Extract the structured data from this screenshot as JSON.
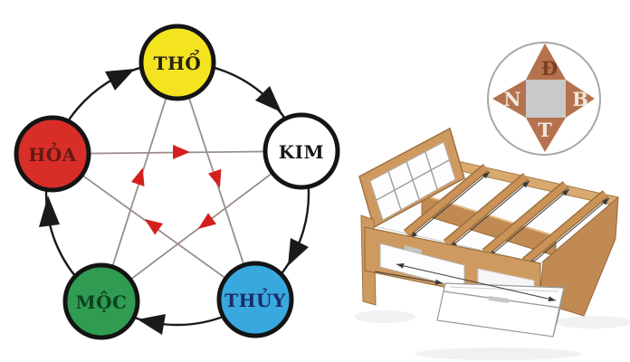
{
  "diagram": {
    "title_visible": false,
    "nodes": [
      {
        "id": "tho",
        "label": "THỔ",
        "fill": "#f3e41f",
        "text_color": "#262013"
      },
      {
        "id": "kim",
        "label": "KIM",
        "fill": "#ffffff",
        "text_color": "#171717"
      },
      {
        "id": "thuy",
        "label": "THỦY",
        "fill": "#38a9df",
        "text_color": "#1e2a66"
      },
      {
        "id": "moc",
        "label": "MỘC",
        "fill": "#2f9c51",
        "text_color": "#0b4120"
      },
      {
        "id": "hoa",
        "label": "HỎA",
        "fill": "#d92d28",
        "text_color": "#5f1b14"
      }
    ],
    "generating_cycle": {
      "color": "#1a1a1a",
      "arrows": [
        "MỘC → HỎA",
        "HỎA → THỔ",
        "THỔ → KIM",
        "KIM → THỦY",
        "THỦY → MỘC"
      ]
    },
    "overcoming_cycle": {
      "color": "#d51f1f",
      "line_color": "#9b8e8a",
      "arrows": [
        "HỎA → KIM",
        "KIM → MỘC",
        "MỘC → THỔ",
        "THỔ → THỦY",
        "THỦY → HỎA"
      ]
    }
  },
  "compass": {
    "letters": {
      "top": "Đ",
      "right": "B",
      "bottom": "T",
      "left": "N"
    },
    "star_color": "#b5724e",
    "center_square_color": "#c9c9c9",
    "ring_color": "#a8a8a8",
    "top_letter_color": "#7a401f",
    "side_letter_color": "#f0e8dd"
  },
  "bed": {
    "wood_color": "#cf9a60",
    "wood_dark_color": "#c08a52",
    "wood_edge_color": "#9c7140",
    "panel_color": "#ffffff"
  }
}
